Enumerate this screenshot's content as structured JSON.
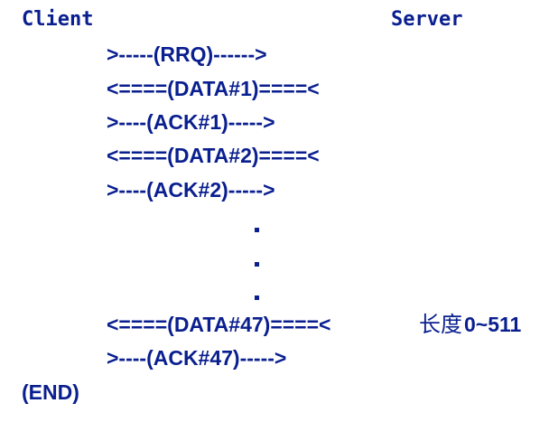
{
  "headers": {
    "client": "Client",
    "server": "Server"
  },
  "exchange": [
    {
      "text": ">-----(RRQ)------>"
    },
    {
      "text": "<====(DATA#1)====<"
    },
    {
      "text": ">----(ACK#1)----->"
    },
    {
      "text": "<====(DATA#2)====<"
    },
    {
      "text": ">----(ACK#2)----->"
    }
  ],
  "ellipsis": [
    ".",
    ".",
    "."
  ],
  "final_exchange": [
    {
      "text": "<====(DATA#47)====<"
    },
    {
      "text": ">----(ACK#47)----->"
    }
  ],
  "annotation": {
    "length_label": "长度",
    "length_range": "0~511"
  },
  "footer": {
    "end": "(END)"
  },
  "colors": {
    "text": "#0a1f8f",
    "background": "#ffffff"
  }
}
